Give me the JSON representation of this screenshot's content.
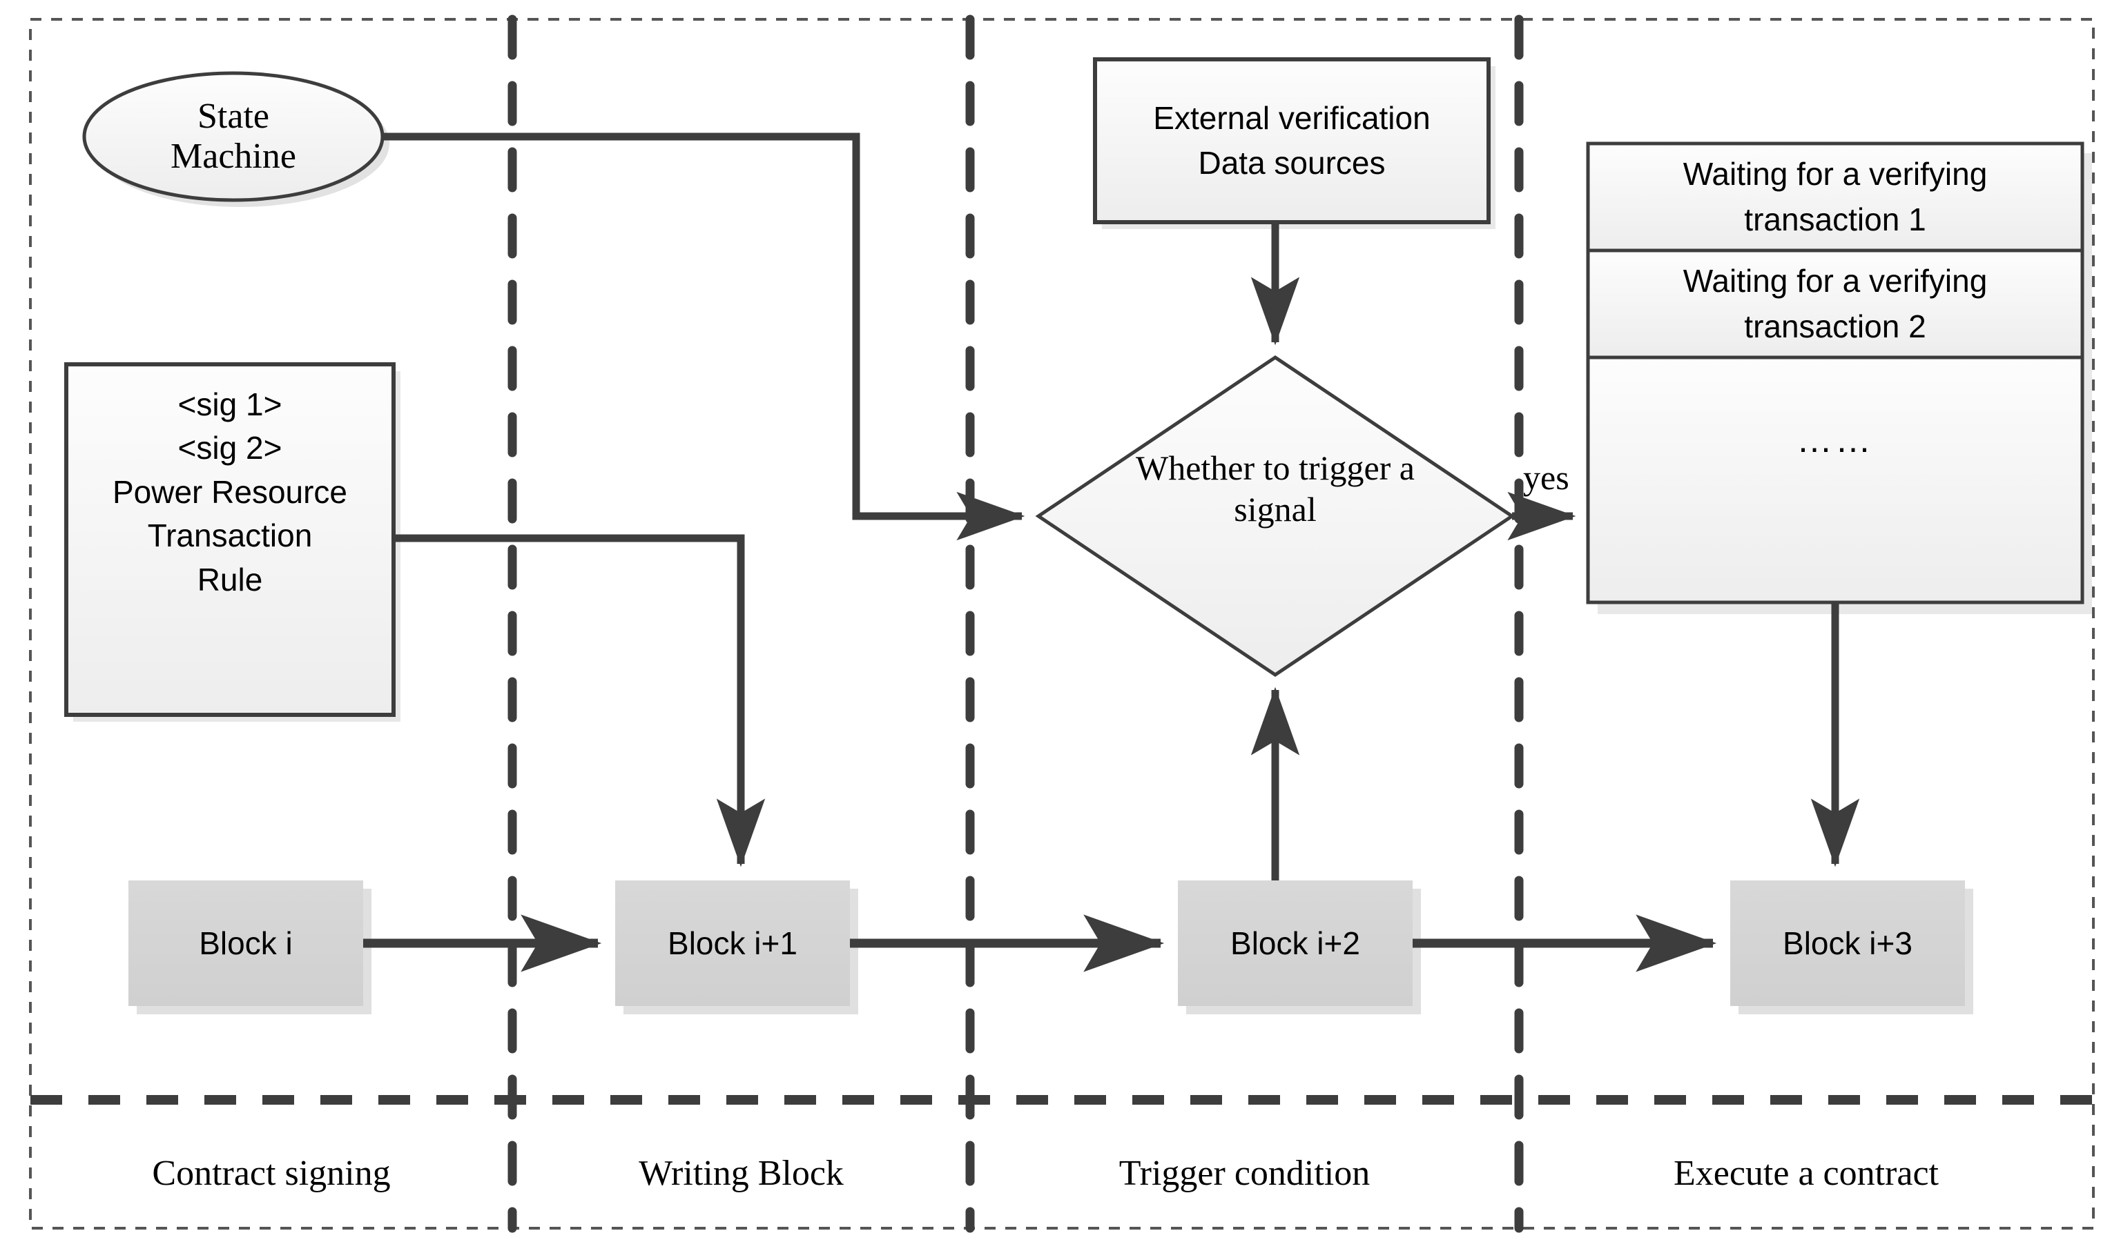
{
  "diagram": {
    "title": "Smart contract execution flow across blockchain blocks",
    "colors": {
      "stroke": "#3d3d3d",
      "box_fill_top": "#fcfcfc",
      "box_fill_bottom": "#eeeeee",
      "block_fill": "#d4d4d4",
      "text": "#000000",
      "background": "#ffffff",
      "shadow": "#dcdcdc"
    },
    "outer_border": {
      "style": "dashed",
      "name": "diagram-outer-border"
    }
  },
  "lanes": [
    {
      "id": "contract-signing",
      "label": "Contract signing"
    },
    {
      "id": "writing-block",
      "label": "Writing Block"
    },
    {
      "id": "trigger-condition",
      "label": "Trigger condition"
    },
    {
      "id": "execute-a-contract",
      "label": "Execute a contract"
    }
  ],
  "nodes": {
    "state_machine": {
      "label_line1": "State",
      "label_line2": "Machine",
      "shape": "ellipse"
    },
    "contract_rule": {
      "lines": [
        "<sig 1>",
        "<sig 2>",
        "Power Resource",
        "Transaction",
        "Rule"
      ],
      "shape": "rectangle"
    },
    "external_data": {
      "label_line1": "External verification",
      "label_line2": "Data sources",
      "shape": "rectangle"
    },
    "decision": {
      "label_line1": "Whether to trigger a",
      "label_line2": "signal",
      "shape": "diamond"
    },
    "transaction_queue": {
      "rows": [
        "Waiting for a verifying transaction 1",
        "Waiting for a verifying transaction 2",
        "……"
      ],
      "shape": "stacked-rectangles"
    },
    "blocks": [
      {
        "id": "block-i",
        "label": "Block i"
      },
      {
        "id": "block-i-plus-1",
        "label": "Block i+1"
      },
      {
        "id": "block-i-plus-2",
        "label": "Block i+2"
      },
      {
        "id": "block-i-plus-3",
        "label": "Block i+3"
      }
    ]
  },
  "edges": {
    "decision_yes_label": "yes"
  }
}
